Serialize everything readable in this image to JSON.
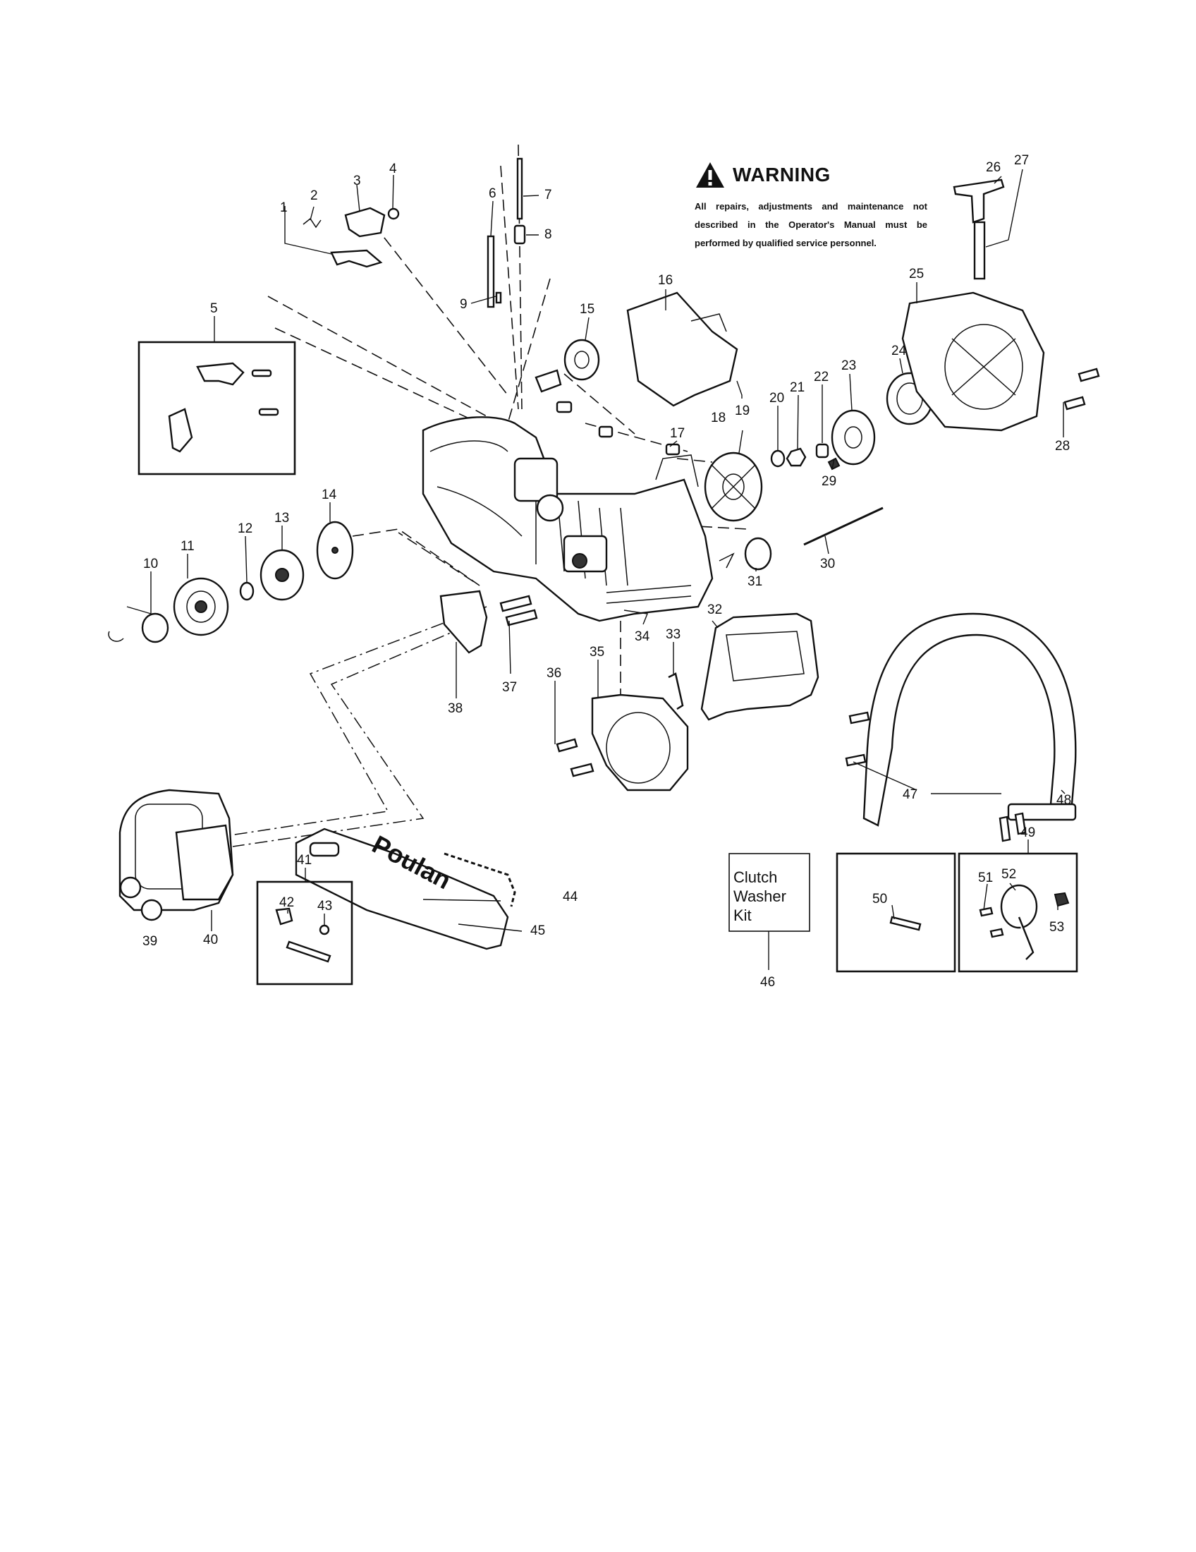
{
  "warning": {
    "title": "WARNING",
    "text": "All repairs, adjustments and maintenance not described in the Operator's Manual must be performed by qualified service personnel.",
    "icon": "warning-triangle-icon"
  },
  "bar_brand": "Poulan",
  "kit_box": {
    "line1": "Clutch",
    "line2": "Washer",
    "line3": "Kit"
  },
  "part_numbers": {
    "p1": "1",
    "p2": "2",
    "p3": "3",
    "p4": "4",
    "p5": "5",
    "p6": "6",
    "p7": "7",
    "p8": "8",
    "p9": "9",
    "p10": "10",
    "p11": "11",
    "p12": "12",
    "p13": "13",
    "p14": "14",
    "p15": "15",
    "p16": "16",
    "p17": "17",
    "p18": "18",
    "p19": "19",
    "p20": "20",
    "p21": "21",
    "p22": "22",
    "p23": "23",
    "p24": "24",
    "p25": "25",
    "p26": "26",
    "p27": "27",
    "p28": "28",
    "p29": "29",
    "p30": "30",
    "p31": "31",
    "p32": "32",
    "p33": "33",
    "p34": "34",
    "p35": "35",
    "p36": "36",
    "p37": "37",
    "p38": "38",
    "p39": "39",
    "p40": "40",
    "p41": "41",
    "p42": "42",
    "p43": "43",
    "p44": "44",
    "p45": "45",
    "p46": "46",
    "p47": "47",
    "p48": "48",
    "p49": "49",
    "p50": "50",
    "p51": "51",
    "p52": "52",
    "p53": "53"
  }
}
